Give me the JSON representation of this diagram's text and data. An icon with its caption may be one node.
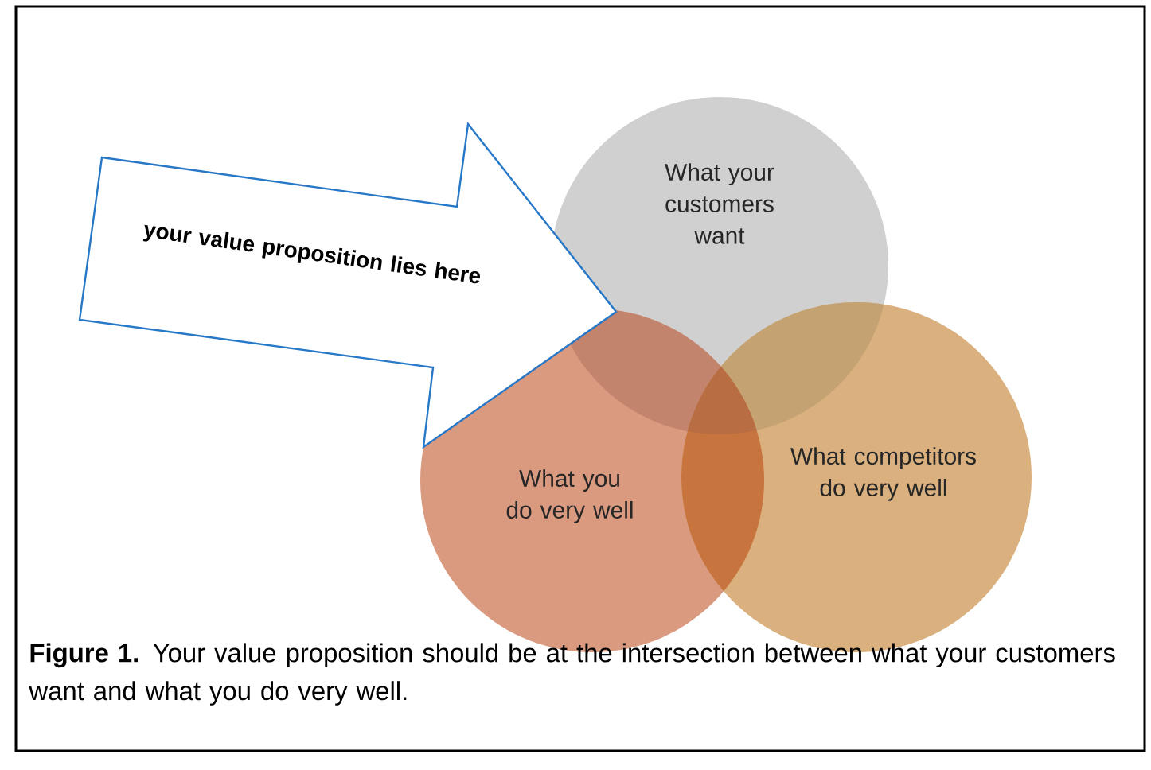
{
  "diagram": {
    "caption": "**Figure 1.** Your value proposition should be at the intersection between what your customers want and what you do very well.",
    "nodes": [
      {
        "text": [
          "your value proposition lies here"
        ]
      },
      {
        "text": [
          "What your customers want"
        ]
      },
      {
        "text": [
          "What you do very well"
        ]
      },
      {
        "text": [
          "What competitors do very well"
        ]
      }
    ]
  }
}
